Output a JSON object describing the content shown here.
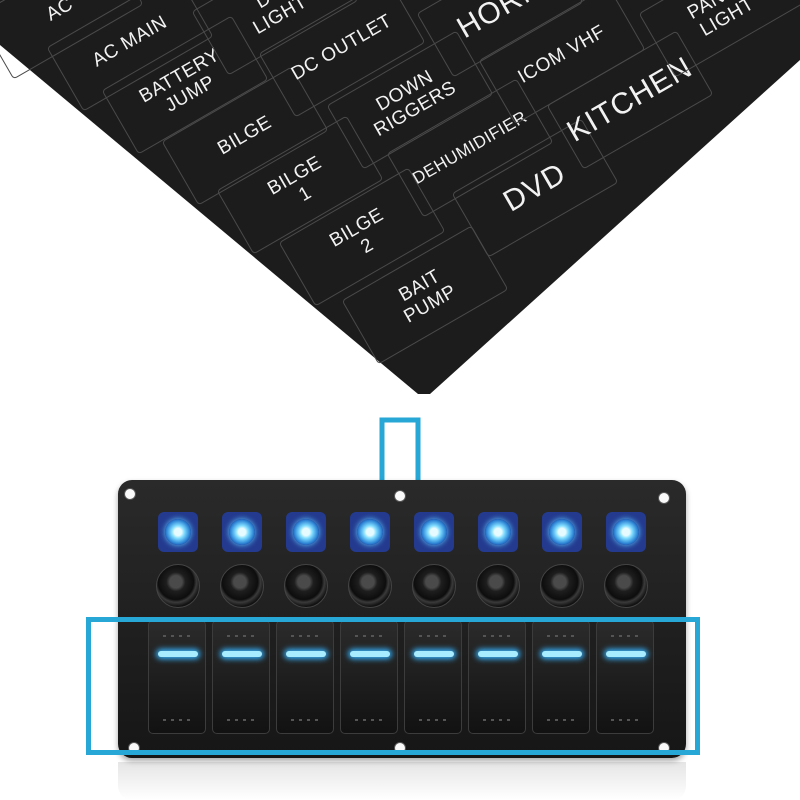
{
  "labels": [
    {
      "text": "AC"
    },
    {
      "text": "AC  MAIN"
    },
    {
      "text": "BATTERY\nJUMP"
    },
    {
      "text": "BILGE"
    },
    {
      "text": "BILGE\n1"
    },
    {
      "text": "BILGE\n2"
    },
    {
      "text": "BAIT\nPUMP"
    },
    {
      "text": "DC\nLIGHT"
    },
    {
      "text": "DC OUTLET"
    },
    {
      "text": "DOWN\nRIGGERS"
    },
    {
      "text": "DEHUMIDIFIER"
    },
    {
      "text": "HORN"
    },
    {
      "text": "ICOM VHF"
    },
    {
      "text": "DVD"
    },
    {
      "text": "KITCHEN"
    },
    {
      "text": "PANEL\nLIGHT"
    }
  ],
  "colors": {
    "sheet": "#1c1c1c",
    "accent": "#27a7d6",
    "indicator_glow": "#5cc8ff"
  },
  "panel": {
    "switch_count": 8
  }
}
